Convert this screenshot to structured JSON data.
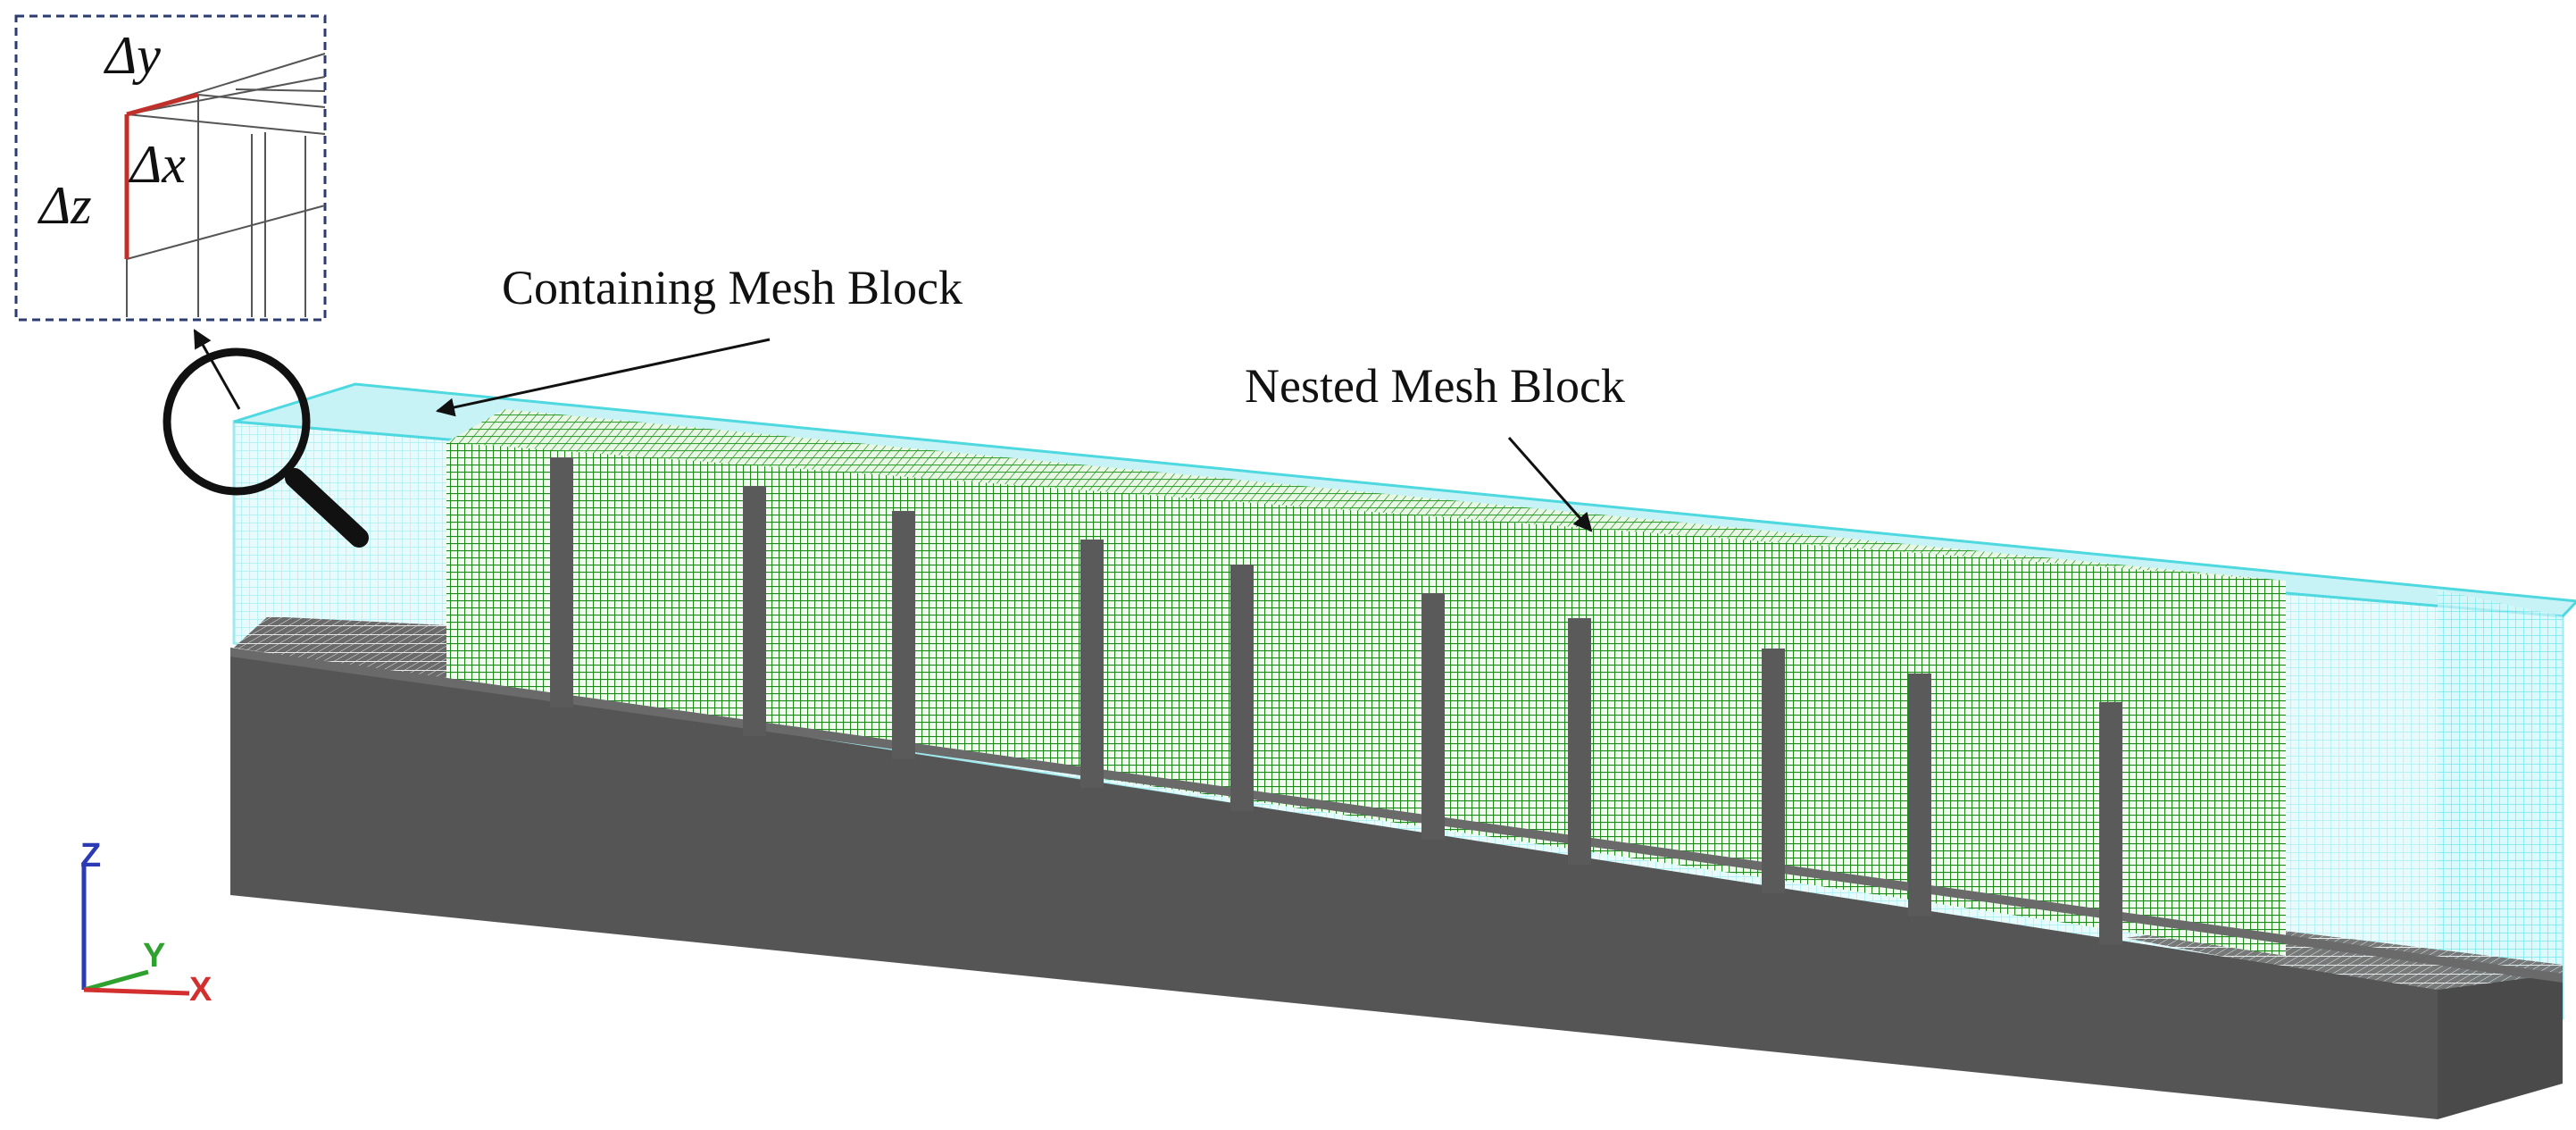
{
  "labels": {
    "containing": "Containing Mesh Block",
    "nested": "Nested Mesh Block"
  },
  "inset": {
    "dy": "Δy",
    "dx": "Δx",
    "dz": "Δz"
  },
  "axes": {
    "z": "Z",
    "y": "Y",
    "x": "X"
  },
  "colors": {
    "containing_mesh": "#5ee3ea",
    "nested_mesh": "#1e8a1e",
    "solid": "#555555",
    "cell_edge": "#c0302b",
    "axis_z": "#2b3bb5",
    "axis_y": "#2ea12e",
    "axis_x": "#d32f2f"
  },
  "icons": [
    "magnifier-icon"
  ]
}
